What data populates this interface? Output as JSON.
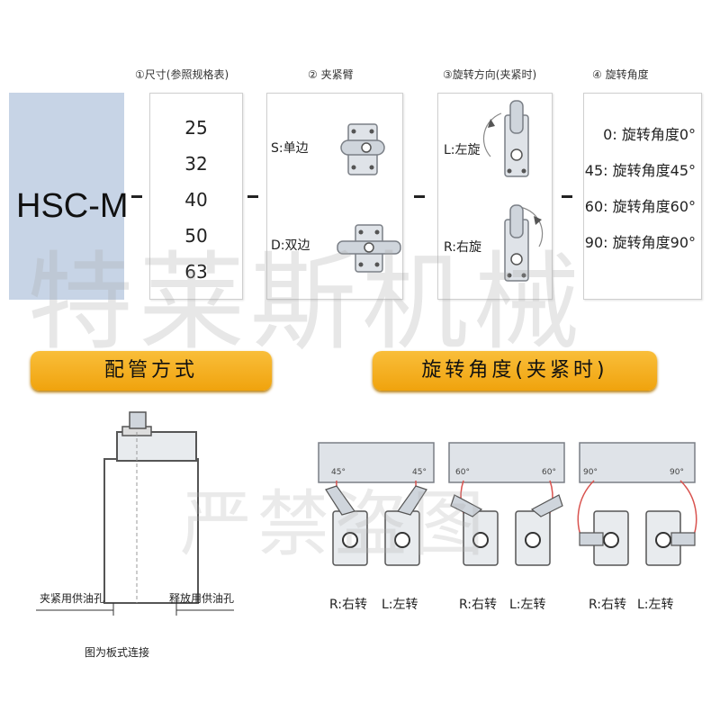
{
  "model": {
    "label": "HSC-M"
  },
  "separator": "-",
  "headers": [
    "①尺寸(参照规格表)",
    "② 夹紧臂",
    "③旋转方向(夹紧时)",
    "④ 旋转角度"
  ],
  "sizes": [
    "25",
    "32",
    "40",
    "50",
    "63"
  ],
  "arm": {
    "single": "S:单边",
    "double": "D:双边"
  },
  "direction": {
    "left": "L:左旋",
    "right": "R:右旋"
  },
  "angles": [
    "0: 旋转角度0°",
    "45: 旋转角度45°",
    "60: 旋转角度60°",
    "90: 旋转角度90°"
  ],
  "banners": {
    "piping": "配管方式",
    "rotation": "旋转角度(夹紧时)"
  },
  "piping": {
    "clamp_port": "夹紧用供油孔",
    "release_port": "释放用供油孔",
    "caption": "图为板式连接"
  },
  "rotation_groups": [
    {
      "angle_mark": "45°",
      "right": "R:右转",
      "left": "L:左转"
    },
    {
      "angle_mark": "60°",
      "right": "R:右转",
      "left": "L:左转"
    },
    {
      "angle_mark": "90°",
      "right": "R:右转",
      "left": "L:左转"
    }
  ],
  "watermark": {
    "line1": "特莱斯机械",
    "line2": "严禁盗图"
  },
  "colors": {
    "model_box": "#c7d4e6",
    "banner": "#f4ae1e",
    "arc_red": "#d9534f"
  }
}
